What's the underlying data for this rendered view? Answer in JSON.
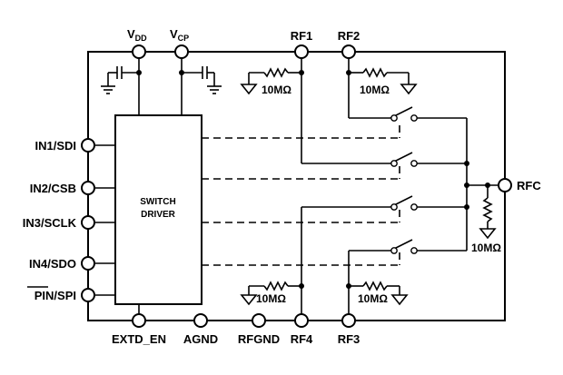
{
  "chip": {
    "top_pins": {
      "vdd": {
        "main": "V",
        "sub": "DD"
      },
      "vcp": {
        "main": "V",
        "sub": "CP"
      },
      "rf1": "RF1",
      "rf2": "RF2"
    },
    "bottom_pins": {
      "extd_en": "EXTD_EN",
      "agnd": "AGND",
      "rfgnd": "RFGND",
      "rf4": "RF4",
      "rf3": "RF3"
    },
    "left_pins": {
      "in1": "IN1/SDI",
      "in2": "IN2/CSB",
      "in3": "IN3/SCLK",
      "in4": "IN4/SDO",
      "pin_spi_overbar": "PIN",
      "pin_spi_rest": "/SPI"
    },
    "right_pin": "RFC",
    "driver": {
      "line1": "SWITCH",
      "line2": "DRIVER"
    },
    "resistors": {
      "rf1": "10MΩ",
      "rf2": "10MΩ",
      "rfc": "10MΩ",
      "rf4": "10MΩ",
      "rf3": "10MΩ"
    }
  }
}
